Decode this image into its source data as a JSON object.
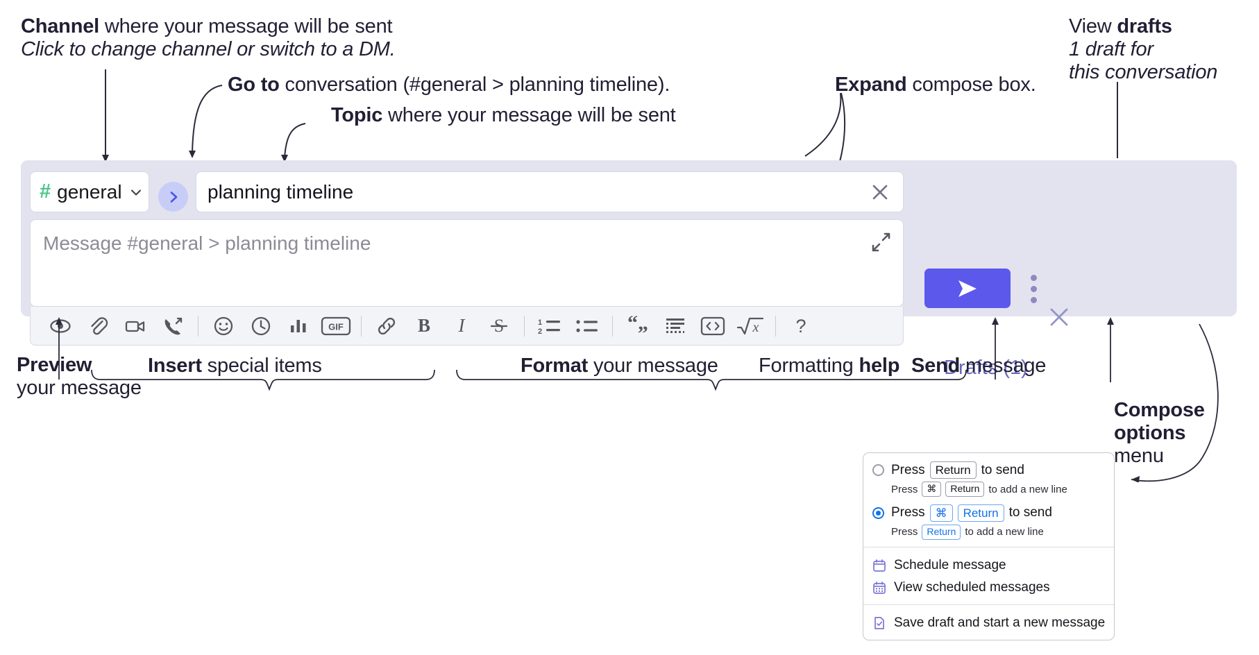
{
  "annotations": {
    "channel": {
      "title_bold": "Channel",
      "title_rest": " where your message will be sent",
      "subtitle": "Click to change channel or switch to a DM."
    },
    "goto": {
      "bold": "Go to",
      "rest": " conversation (#general > planning timeline)."
    },
    "topic": {
      "bold": "Topic",
      "rest": " where your message will be sent"
    },
    "expand": {
      "bold": "Expand",
      "rest": " compose box."
    },
    "drafts": {
      "line1_rest": "View ",
      "line1_bold": "drafts",
      "line2": "1 draft for",
      "line3": "this conversation"
    },
    "preview": {
      "line1_bold": "Preview",
      "line2": "your message"
    },
    "insert": {
      "bold": "Insert",
      "rest": " special items"
    },
    "format": {
      "bold": "Format",
      "rest": " your message"
    },
    "formatting_help": {
      "rest": "Formatting ",
      "bold": "help"
    },
    "send": {
      "bold": "Send",
      "rest": " message"
    },
    "compose_options": {
      "line1": "Compose",
      "line2": "options",
      "line3": "menu"
    }
  },
  "compose": {
    "channel": {
      "hash": "#",
      "name": "general",
      "chevron_icon": "chevron-down-icon"
    },
    "goto_icon": "chevron-right-icon",
    "topic": {
      "value": "planning timeline",
      "clear_icon": "close-icon"
    },
    "message": {
      "placeholder": "Message #general > planning timeline",
      "value": ""
    },
    "expand_icon": "expand-icon",
    "close_icon": "close-icon",
    "drafts_label": "Drafts (1)",
    "send_icon": "send-icon",
    "options_icon": "kebab-menu-icon",
    "accent_color": "#5b58eb",
    "panel_color": "#e2e3ef",
    "drafts_color": "#6a67c0",
    "hash_color": "#4ec58a",
    "toolbar": [
      {
        "name": "preview-icon",
        "label": "Preview"
      },
      {
        "name": "attachment-icon",
        "label": "Attach file"
      },
      {
        "name": "video-icon",
        "label": "Record video clip"
      },
      {
        "name": "audio-call-icon",
        "label": "Record audio clip"
      },
      {
        "name": "separator",
        "label": ""
      },
      {
        "name": "emoji-icon",
        "label": "Emoji"
      },
      {
        "name": "clock-icon",
        "label": "Reminder"
      },
      {
        "name": "chart-icon",
        "label": "Poll"
      },
      {
        "name": "gif-icon",
        "label": "GIF"
      },
      {
        "name": "separator",
        "label": ""
      },
      {
        "name": "link-icon",
        "label": "Link"
      },
      {
        "name": "bold-icon",
        "label": "Bold"
      },
      {
        "name": "italic-icon",
        "label": "Italic"
      },
      {
        "name": "strikethrough-icon",
        "label": "Strikethrough"
      },
      {
        "name": "separator",
        "label": ""
      },
      {
        "name": "ordered-list-icon",
        "label": "Ordered list"
      },
      {
        "name": "bulleted-list-icon",
        "label": "Bulleted list"
      },
      {
        "name": "separator",
        "label": ""
      },
      {
        "name": "blockquote-icon",
        "label": "Blockquote"
      },
      {
        "name": "code-block-icon",
        "label": "Code block"
      },
      {
        "name": "inline-code-icon",
        "label": "Code"
      },
      {
        "name": "math-icon",
        "label": "Math"
      },
      {
        "name": "separator",
        "label": ""
      },
      {
        "name": "help-icon",
        "label": "Formatting help"
      }
    ]
  },
  "menu": {
    "options": [
      {
        "selected": false,
        "main_pre": "Press",
        "main_keys": [
          "Return"
        ],
        "main_post": "to send",
        "sub_pre": "Press",
        "sub_keys": [
          "⌘",
          "Return"
        ],
        "sub_post": "to add a new line"
      },
      {
        "selected": true,
        "main_pre": "Press",
        "main_keys": [
          "⌘",
          "Return"
        ],
        "main_post": "to send",
        "sub_pre": "Press",
        "sub_keys": [
          "Return"
        ],
        "sub_post": "to add a new line"
      }
    ],
    "items": [
      {
        "icon": "calendar-icon",
        "label": "Schedule message"
      },
      {
        "icon": "calendar-grid-icon",
        "label": "View scheduled messages"
      },
      {
        "icon": "save-draft-icon",
        "label": "Save draft and start a new message"
      }
    ]
  }
}
